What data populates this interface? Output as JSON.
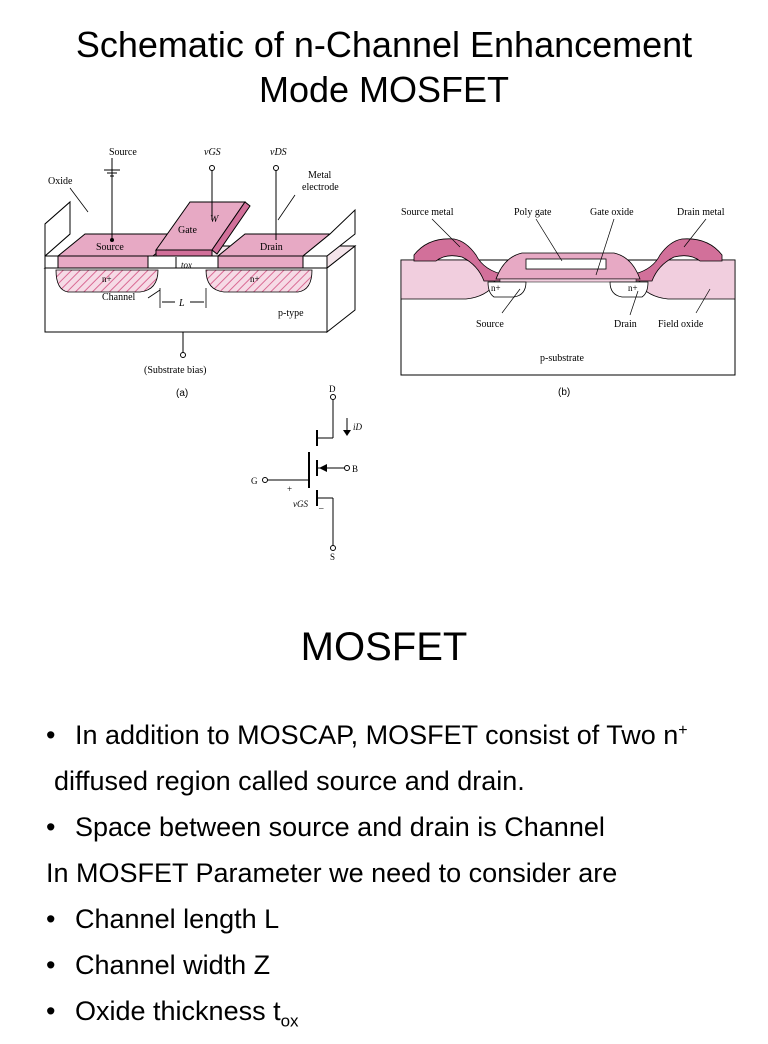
{
  "slide": {
    "title_line1": "Schematic of n-Channel Enhancement",
    "title_line2": "Mode MOSFET"
  },
  "figure_a": {
    "label": "(a)",
    "source": "Source",
    "vgs": "vGS",
    "vds": "vDS",
    "oxide": "Oxide",
    "metal_electrode_1": "Metal",
    "metal_electrode_2": "electrode",
    "gate": "Gate",
    "w": "W",
    "source_region": "Source",
    "drain_region": "Drain",
    "tox": "tox",
    "n_plus_1": "n+",
    "n_plus_2": "n+",
    "channel": "Channel",
    "l": "L",
    "p_type": "p-type",
    "substrate_bias": "(Substrate bias)"
  },
  "figure_b": {
    "label": "(b)",
    "source_metal": "Source metal",
    "poly_gate": "Poly gate",
    "gate_oxide": "Gate oxide",
    "drain_metal": "Drain metal",
    "n_plus_1": "n+",
    "n_plus_2": "n+",
    "source": "Source",
    "drain": "Drain",
    "field_oxide": "Field oxide",
    "p_substrate": "p-substrate"
  },
  "symbol": {
    "d": "D",
    "id": "iD",
    "b": "B",
    "g": "G",
    "plus": "+",
    "vgs": "vGS",
    "minus": "_",
    "s": "S"
  },
  "mosfet": {
    "heading": "MOSFET",
    "bullet1_line1": "In addition to MOSCAP, MOSFET consist of Two n",
    "bullet1_sup": "+",
    "bullet1_line2": "diffused region called  source and drain.",
    "bullet2": "Space  between source and drain is Channel",
    "param_intro": "In MOSFET Parameter we need to consider are",
    "bullet3": "Channel length L",
    "bullet4": "Channel width Z",
    "bullet5": "Oxide thickness t",
    "bullet5_sub": "ox",
    "bullet_char": "•"
  },
  "colors": {
    "pink": "#e7a9c4",
    "pink_dark": "#d2709a",
    "pink_light": "#f1cede",
    "hatch": "#d96a94"
  }
}
